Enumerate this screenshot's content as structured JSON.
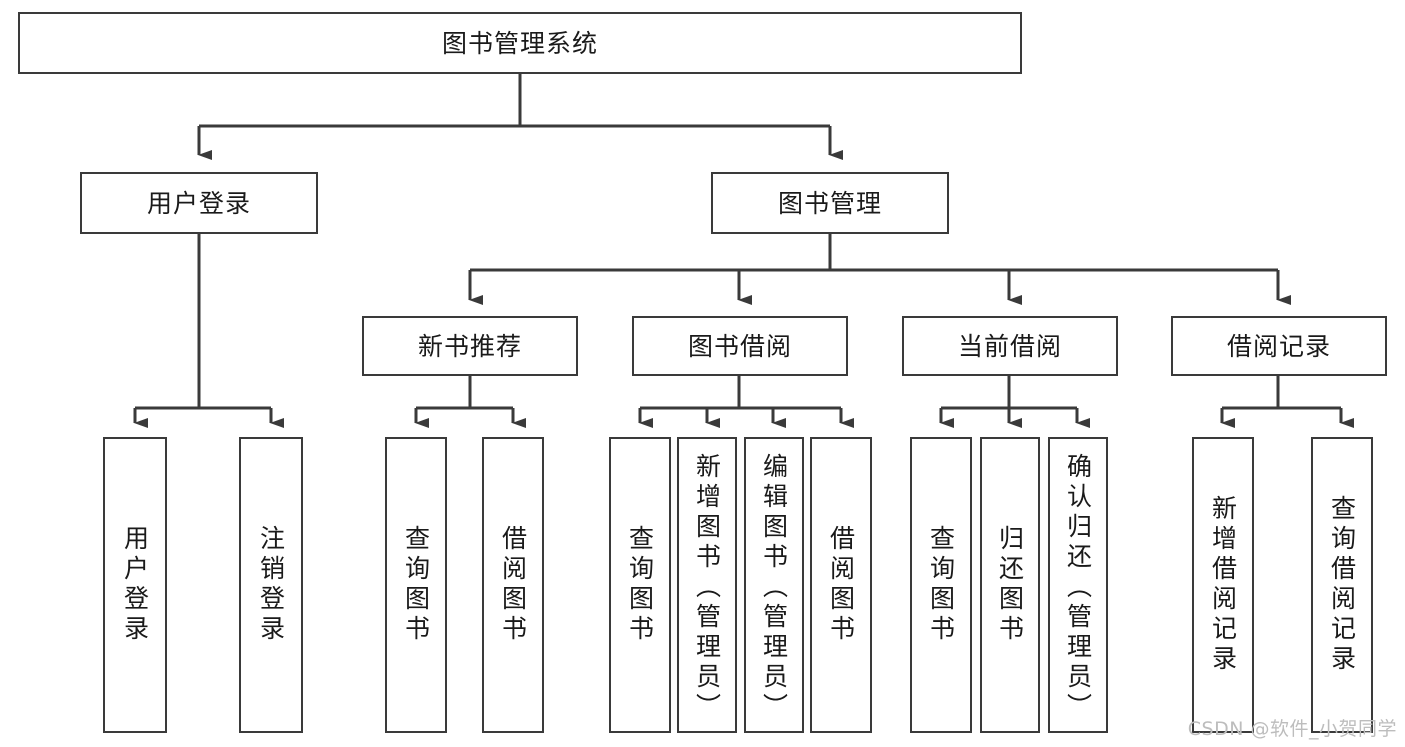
{
  "diagram": {
    "title": "图书管理系统",
    "type": "tree-hierarchy",
    "root": {
      "id": "root",
      "label": "图书管理系统"
    },
    "level1": [
      {
        "id": "user-login",
        "label": "用户登录"
      },
      {
        "id": "book-manage",
        "label": "图书管理"
      }
    ],
    "level2": [
      {
        "id": "new-book-rec",
        "label": "新书推荐",
        "parent": "book-manage"
      },
      {
        "id": "book-borrow",
        "label": "图书借阅",
        "parent": "book-manage"
      },
      {
        "id": "current-borrow",
        "label": "当前借阅",
        "parent": "book-manage"
      },
      {
        "id": "borrow-record",
        "label": "借阅记录",
        "parent": "book-manage"
      }
    ],
    "leaves": {
      "user_login": [
        {
          "id": "leaf-user-login",
          "label": "用户登录"
        },
        {
          "id": "leaf-logout",
          "label": "注销登录"
        }
      ],
      "new_book_rec": [
        {
          "id": "leaf-query-book-1",
          "label": "查询图书"
        },
        {
          "id": "leaf-borrow-book-1",
          "label": "借阅图书"
        }
      ],
      "book_borrow": [
        {
          "id": "leaf-query-book-2",
          "label": "查询图书"
        },
        {
          "id": "leaf-add-book",
          "label": "新增图书（管理员）"
        },
        {
          "id": "leaf-edit-book",
          "label": "编辑图书（管理员）"
        },
        {
          "id": "leaf-borrow-book-2",
          "label": "借阅图书"
        }
      ],
      "current_borrow": [
        {
          "id": "leaf-query-book-3",
          "label": "查询图书"
        },
        {
          "id": "leaf-return-book",
          "label": "归还图书"
        },
        {
          "id": "leaf-confirm-return",
          "label": "确认归还（管理员）"
        }
      ],
      "borrow_record": [
        {
          "id": "leaf-add-record",
          "label": "新增借阅记录"
        },
        {
          "id": "leaf-query-record",
          "label": "查询借阅记录"
        }
      ]
    }
  },
  "watermark": {
    "text": "CSDN @软件_小贺同学"
  },
  "colors": {
    "stroke": "#3a3a3a",
    "background": "#ffffff",
    "text": "#1a1a1a",
    "watermark": "#bdbdbd"
  }
}
